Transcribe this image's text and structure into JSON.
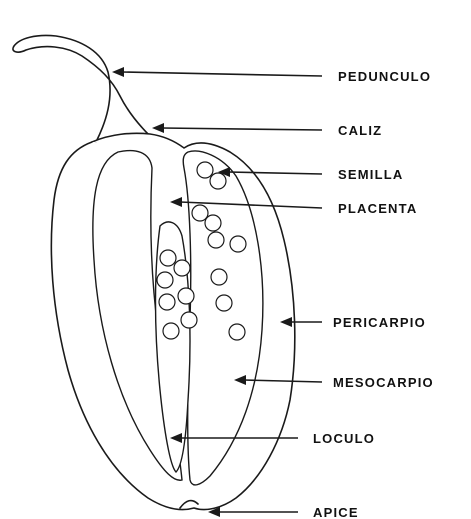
{
  "labels": {
    "pedunculo": "PEDUNCULO",
    "caliz": "CALIZ",
    "semilla": "SEMILLA",
    "placenta": "PLACENTA",
    "pericarpio": "PERICARPIO",
    "mesocarpio": "MESOCARPIO",
    "loculo": "LOCULO",
    "apice": "APICE"
  },
  "colors": {
    "ink": "#1a1a1a",
    "background": "#ffffff"
  }
}
